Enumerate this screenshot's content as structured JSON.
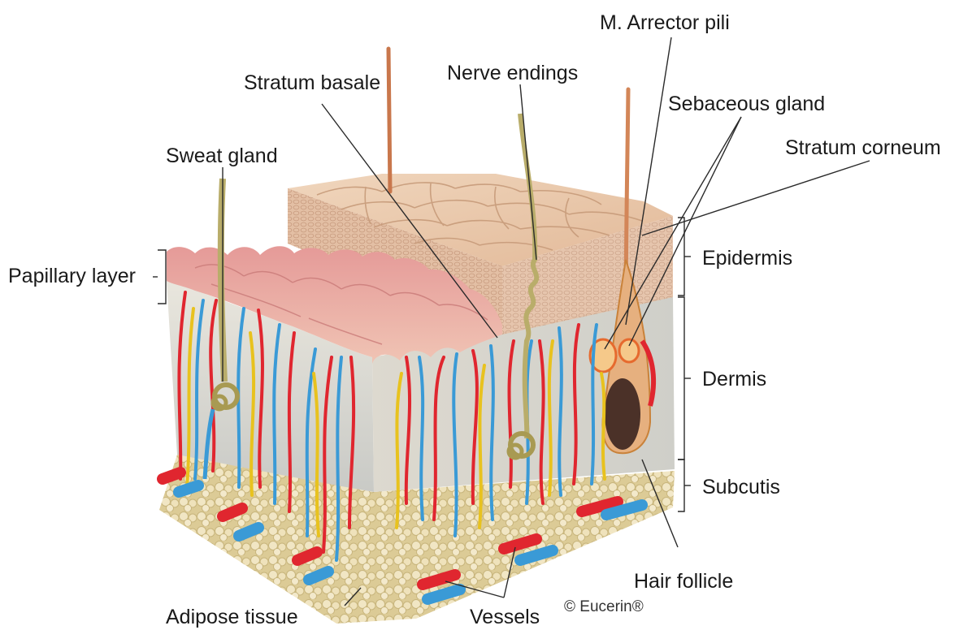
{
  "labels": {
    "arrector_pili": "M. Arrector pili",
    "stratum_basale": "Stratum basale",
    "nerve_endings": "Nerve endings",
    "sebaceous_gland": "Sebaceous gland",
    "stratum_corneum": "Stratum corneum",
    "sweat_gland": "Sweat gland",
    "papillary_layer": "Papillary layer",
    "epidermis": "Epidermis",
    "dermis": "Dermis",
    "subcutis": "Subcutis",
    "hair_follicle": "Hair follicle",
    "adipose_tissue": "Adipose tissue",
    "vessels": "Vessels"
  },
  "copyright": "© Eucerin®",
  "colors": {
    "artery": "#e0262f",
    "vein": "#3a9ad6",
    "nerve": "#e8c21e",
    "sweat_duct": "#b9ad6a",
    "epidermis_top": "#e9c6a6",
    "dermis_front": "#d6d6d0",
    "fat": "#e8dcb2",
    "papillae": "#e7a7a0"
  }
}
